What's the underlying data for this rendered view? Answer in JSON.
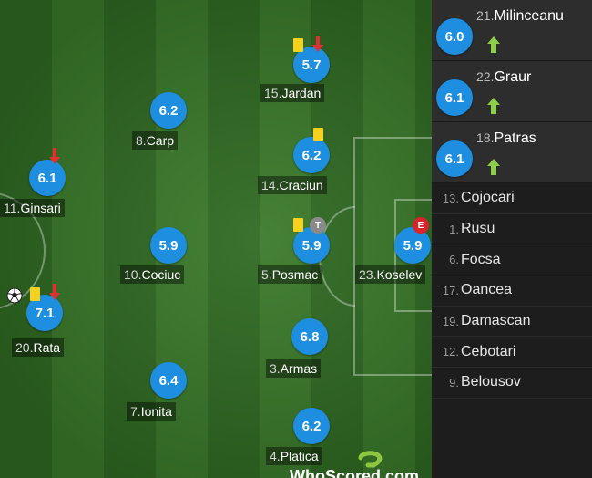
{
  "players": [
    {
      "id": "ginsari",
      "number": "11.",
      "name": "Ginsari",
      "rating": "6.1",
      "sub_off": true,
      "yellow": false
    },
    {
      "id": "rata",
      "number": "20.",
      "name": "Rata",
      "rating": "7.1",
      "sub_off": true,
      "yellow": true,
      "goal": true
    },
    {
      "id": "carp",
      "number": "8.",
      "name": "Carp",
      "rating": "6.2"
    },
    {
      "id": "cociuc",
      "number": "10.",
      "name": "Cociuc",
      "rating": "5.9"
    },
    {
      "id": "ionita",
      "number": "7.",
      "name": "Ionita",
      "rating": "6.4"
    },
    {
      "id": "jardan",
      "number": "15.",
      "name": "Jardan",
      "rating": "5.7",
      "sub_off": true,
      "yellow": true
    },
    {
      "id": "craciun",
      "number": "14.",
      "name": "Craciun",
      "rating": "6.2",
      "yellow": true
    },
    {
      "id": "posmac",
      "number": "5.",
      "name": "Posmac",
      "rating": "5.9",
      "yellow": true,
      "badge": "T"
    },
    {
      "id": "armas",
      "number": "3.",
      "name": "Armas",
      "rating": "6.8"
    },
    {
      "id": "platica",
      "number": "4.",
      "name": "Platica",
      "rating": "6.2"
    },
    {
      "id": "koselev",
      "number": "23.",
      "name": "Koselev",
      "rating": "5.9",
      "badge": "E"
    }
  ],
  "substitutes": [
    {
      "number": "21.",
      "name": "Milinceanu",
      "rating": "6.0"
    },
    {
      "number": "22.",
      "name": "Graur",
      "rating": "6.1"
    },
    {
      "number": "18.",
      "name": "Patras",
      "rating": "6.1"
    }
  ],
  "bench": [
    {
      "number": "13.",
      "name": "Cojocari"
    },
    {
      "number": "1.",
      "name": "Rusu"
    },
    {
      "number": "6.",
      "name": "Focsa"
    },
    {
      "number": "17.",
      "name": "Oancea"
    },
    {
      "number": "19.",
      "name": "Damascan"
    },
    {
      "number": "12.",
      "name": "Cebotari"
    },
    {
      "number": "9.",
      "name": "Belousov"
    }
  ],
  "watermark": "WhoScored.com",
  "colors": {
    "rating_bg": "#1e8fe0",
    "yellow_card": "#f4d21e",
    "sub_off": "#e0302f",
    "sub_in": "#8ccf4a",
    "badge_E": "#d8242a",
    "badge_T": "#8a8a8a"
  }
}
